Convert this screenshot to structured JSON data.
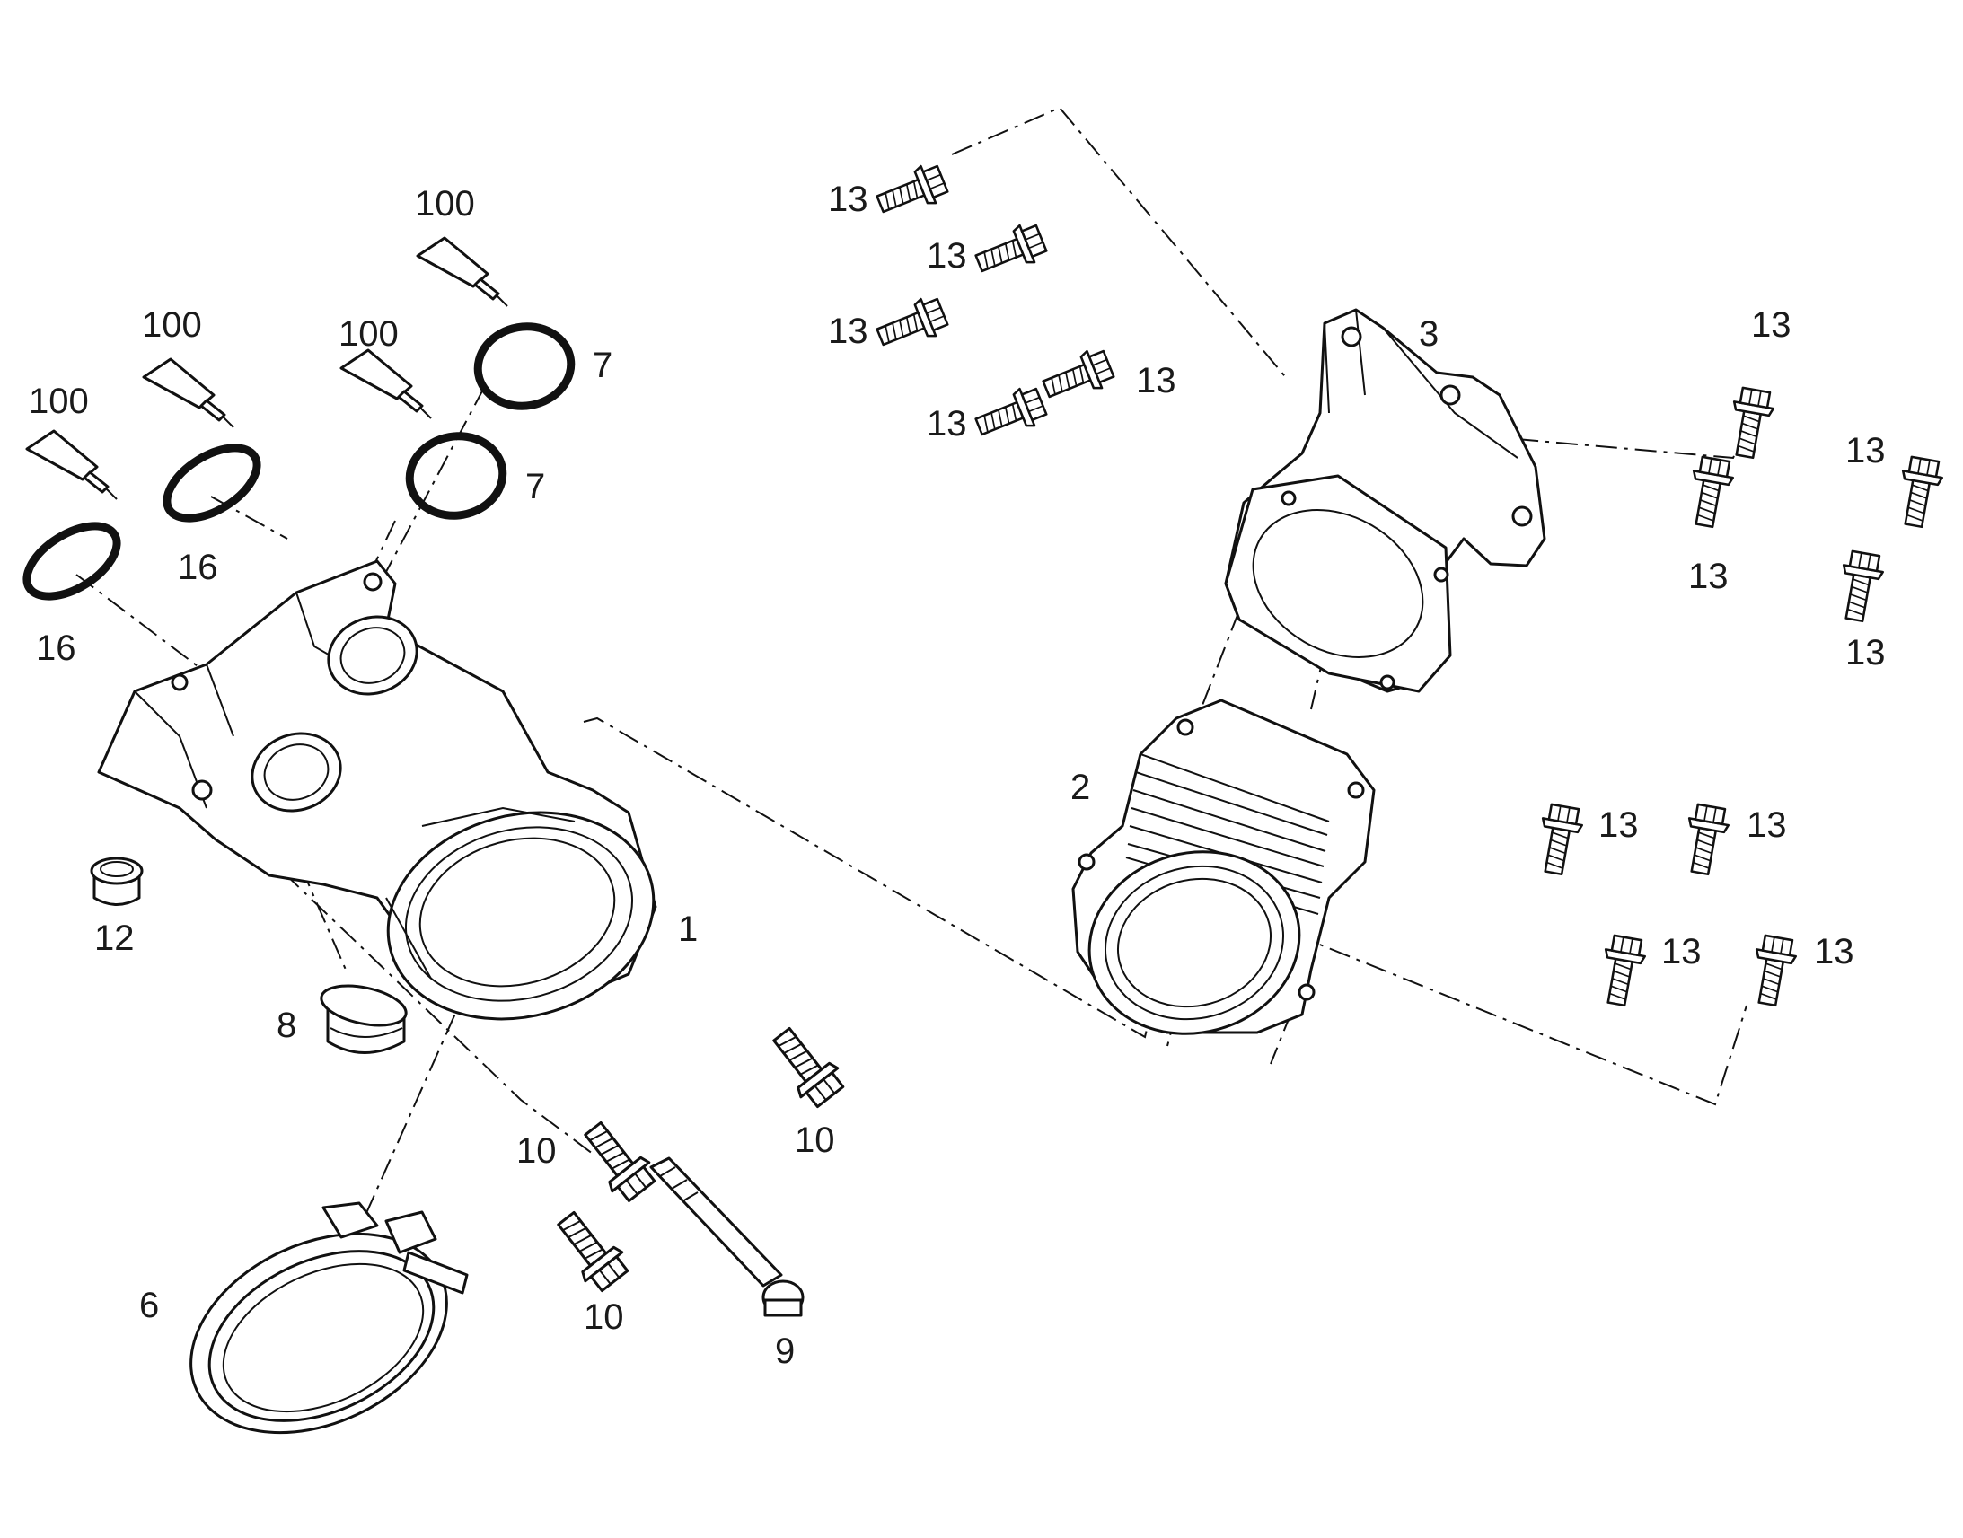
{
  "callouts": {
    "c1": "1",
    "c2": "2",
    "c3": "3",
    "c6": "6",
    "c7a": "7",
    "c7b": "7",
    "c8": "8",
    "c9": "9",
    "c10a": "10",
    "c10b": "10",
    "c10c": "10",
    "c12": "12",
    "c13a": "13",
    "c13b": "13",
    "c13c": "13",
    "c13d": "13",
    "c13e": "13",
    "c13f": "13",
    "c13g": "13",
    "c13h": "13",
    "c13i": "13",
    "c13j": "13",
    "c13k": "13",
    "c13l": "13",
    "c13m": "13",
    "c16a": "16",
    "c16b": "16",
    "c100a": "100",
    "c100b": "100",
    "c100c": "100",
    "c100d": "100"
  }
}
